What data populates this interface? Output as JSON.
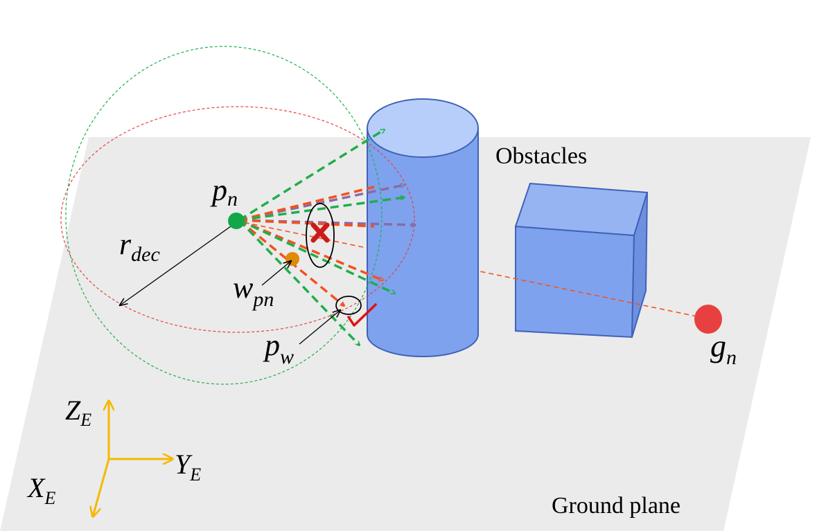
{
  "labels": {
    "obstacles": "Obstacles",
    "ground_plane": "Ground plane",
    "p_n": {
      "base": "p",
      "sub": "n"
    },
    "r_dec": {
      "base": "r",
      "sub": "dec"
    },
    "w_pn": {
      "base": "w",
      "sub": "pn"
    },
    "p_w": {
      "base": "p",
      "sub": "w"
    },
    "g_n": {
      "base": "g",
      "sub": "n"
    },
    "axis_z": {
      "base": "Z",
      "sub": "E"
    },
    "axis_y": {
      "base": "Y",
      "sub": "E"
    },
    "axis_x": {
      "base": "X",
      "sub": "E"
    }
  },
  "colors": {
    "ground": "#ebebeb",
    "obstacle_fill": "#7ea2ee",
    "obstacle_stroke": "#3f62b8",
    "green_ray": "#1fae4b",
    "red_ray": "#f4511e",
    "purple_ray": "#8a6aa8",
    "axis": "#f5b800",
    "goal": "#e84040",
    "waypoint": "#e08a0a",
    "current": "#12a84a",
    "cross": "#cc1a1a",
    "check": "#e01010"
  },
  "icons": [
    "cross-mark-icon",
    "check-mark-icon"
  ]
}
